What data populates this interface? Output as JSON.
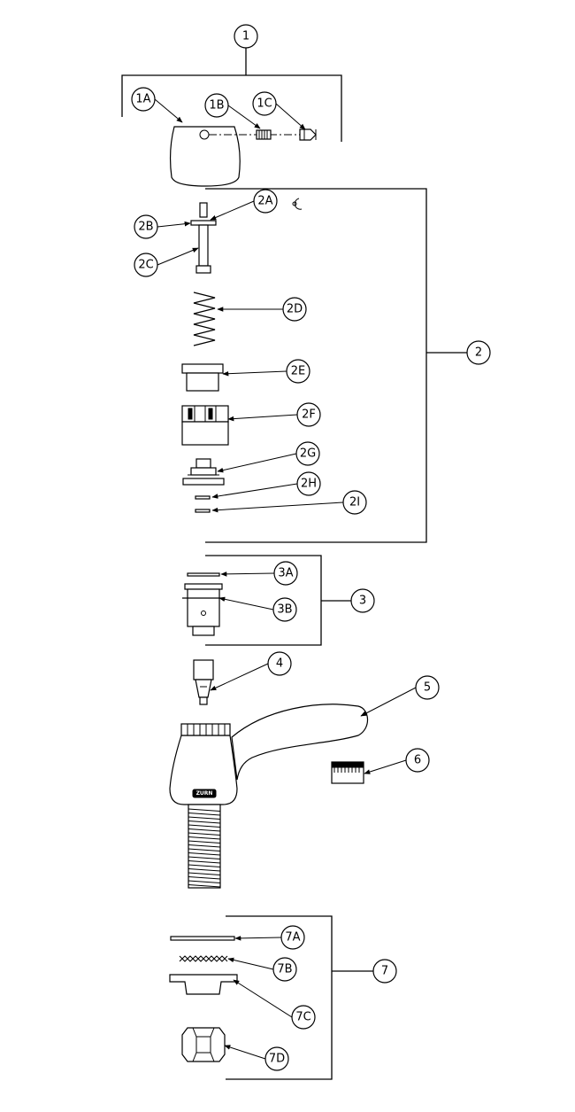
{
  "callouts": {
    "c1": "1",
    "c1a": "1A",
    "c1b": "1B",
    "c1c": "1C",
    "c2": "2",
    "c2a": "2A",
    "c2b": "2B",
    "c2c": "2C",
    "c2d": "2D",
    "c2e": "2E",
    "c2f": "2F",
    "c2g": "2G",
    "c2h": "2H",
    "c2i": "2I",
    "c3": "3",
    "c3a": "3A",
    "c3b": "3B",
    "c4": "4",
    "c5": "5",
    "c6": "6",
    "c7": "7",
    "c7a": "7A",
    "c7b": "7B",
    "c7c": "7C",
    "c7d": "7D"
  },
  "brand_mark": "ZURN"
}
